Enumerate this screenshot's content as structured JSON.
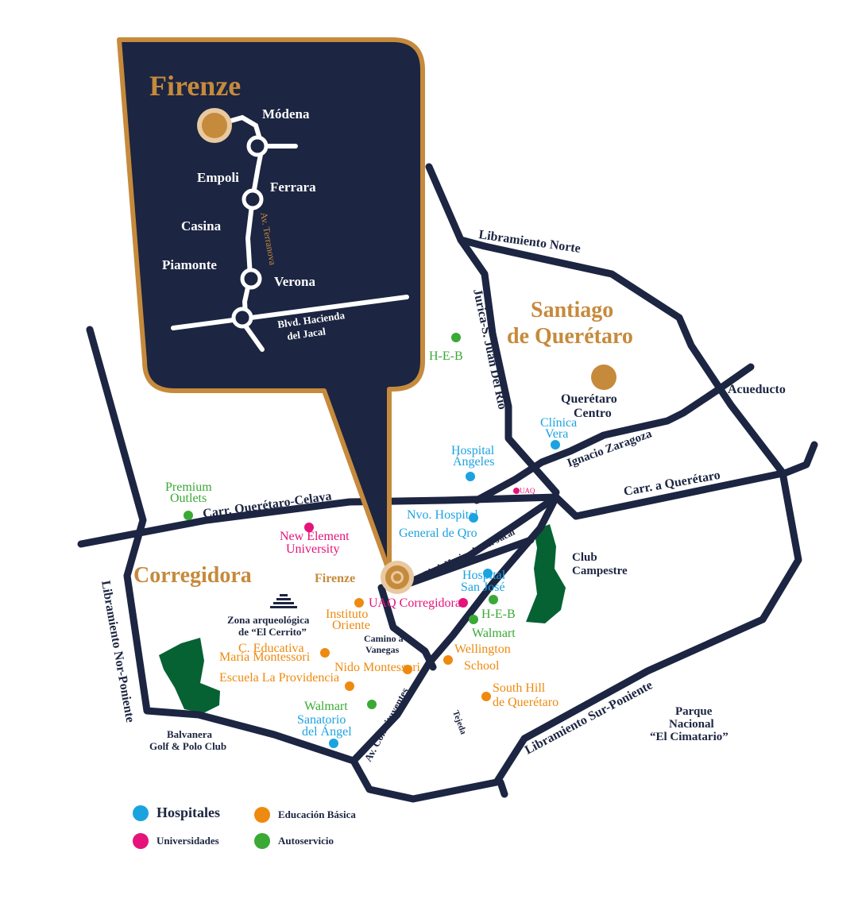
{
  "colors": {
    "navy": "#1c2541",
    "gold": "#c68a3c",
    "hospital": "#1ba3e0",
    "education": "#ee8a0f",
    "university": "#e5137a",
    "supermarket": "#3aa935",
    "park": "#066233"
  },
  "inset": {
    "title": "Firenze",
    "stops": [
      "Módena",
      "Empoli",
      "Ferrara",
      "Casina",
      "Piamonte",
      "Verona"
    ],
    "avenue": "Av. Terranova",
    "boulevard": [
      "Blvd. Hacienda",
      "del Jacal"
    ]
  },
  "regions": {
    "santiago": [
      "Santiago",
      "de Querétaro"
    ],
    "corregidora": "Corregidora",
    "firenze": "Firenze"
  },
  "roads": {
    "libramiento_norte": "Libramiento Norte",
    "juriquilla": "Jurica-S. Juan Del Río",
    "acueducto": "Acueducto",
    "ignacio": "Ignacio Zaragoza",
    "carr_queretaro": "Carr. a Querétaro",
    "carr_celaya": "Carr. Querétaro-Celaya",
    "blvd_jacal": "Blvd. Hacienda del Jacal",
    "camino_vanegas": [
      "Camino a",
      "Vanegas"
    ],
    "av_constituyentes": "Av. Constituyentes",
    "tejeda": "Tejeda",
    "libramiento_sur": "Libramiento Sur-Poniente",
    "libramiento_nor": "Libramiento Nor-Poniente"
  },
  "places": {
    "queretaro_centro": [
      "Querétaro",
      "Centro"
    ],
    "club_campestre": [
      "Club",
      "Campestre"
    ],
    "zona_arqueologica": [
      "Zona arqueológica",
      "de “El Cerrito”"
    ],
    "balvanera": [
      "Balvanera",
      "Golf & Polo Club"
    ],
    "parque": [
      "Parque",
      "Nacional",
      "“El Cimatario”"
    ]
  },
  "pois": {
    "heb_north": "H-E-B",
    "clinica_vera": [
      "Clínica",
      "Vera"
    ],
    "hospital_angeles": [
      "Hospital",
      "Ángeles"
    ],
    "premium_outlets": [
      "Premium",
      "Outlets"
    ],
    "uaq_small": "UAQ",
    "nvo_hospital": [
      "Nvo. Hospital",
      "General de Qro"
    ],
    "new_element": [
      "New Element",
      "University"
    ],
    "hospital_san_jose": [
      "Hospital",
      "San José"
    ],
    "uaq_corregidora": "UAQ Corregidora",
    "heb_south": "H-E-B",
    "instituto_oriente": [
      "Instituto",
      "Oriente"
    ],
    "walmart_1": "Walmart",
    "wellington": [
      "Wellington",
      "School"
    ],
    "c_educativa": [
      "C. Educativa",
      "María Montessori"
    ],
    "nido": "Nido Montessori",
    "escuela_providencia": "Escuela La Providencia",
    "south_hill": [
      "South Hill",
      "de Querétaro"
    ],
    "walmart_2": "Walmart",
    "sanatorio": [
      "Sanatorio",
      "del Ángel"
    ]
  },
  "legend": {
    "hospitales": "Hospitales",
    "educacion": "Educación Básica",
    "universidades": "Universidades",
    "autoservicio": "Autoservicio"
  }
}
